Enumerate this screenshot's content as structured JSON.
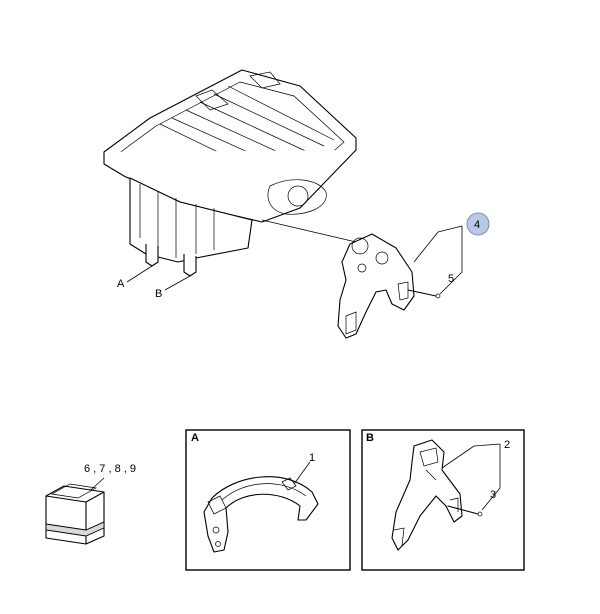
{
  "callouts": {
    "A": "A",
    "B": "B",
    "n4": "4",
    "n5": "5",
    "kit": "6 , 7 , 8 , 9"
  },
  "detail_a": {
    "tag": "A",
    "callout": "1"
  },
  "detail_b": {
    "tag": "B",
    "callout_2": "2",
    "callout_3": "3"
  },
  "colors": {
    "highlight_bubble": "#b8c9e6",
    "highlight_stroke": "#7a90b8"
  }
}
